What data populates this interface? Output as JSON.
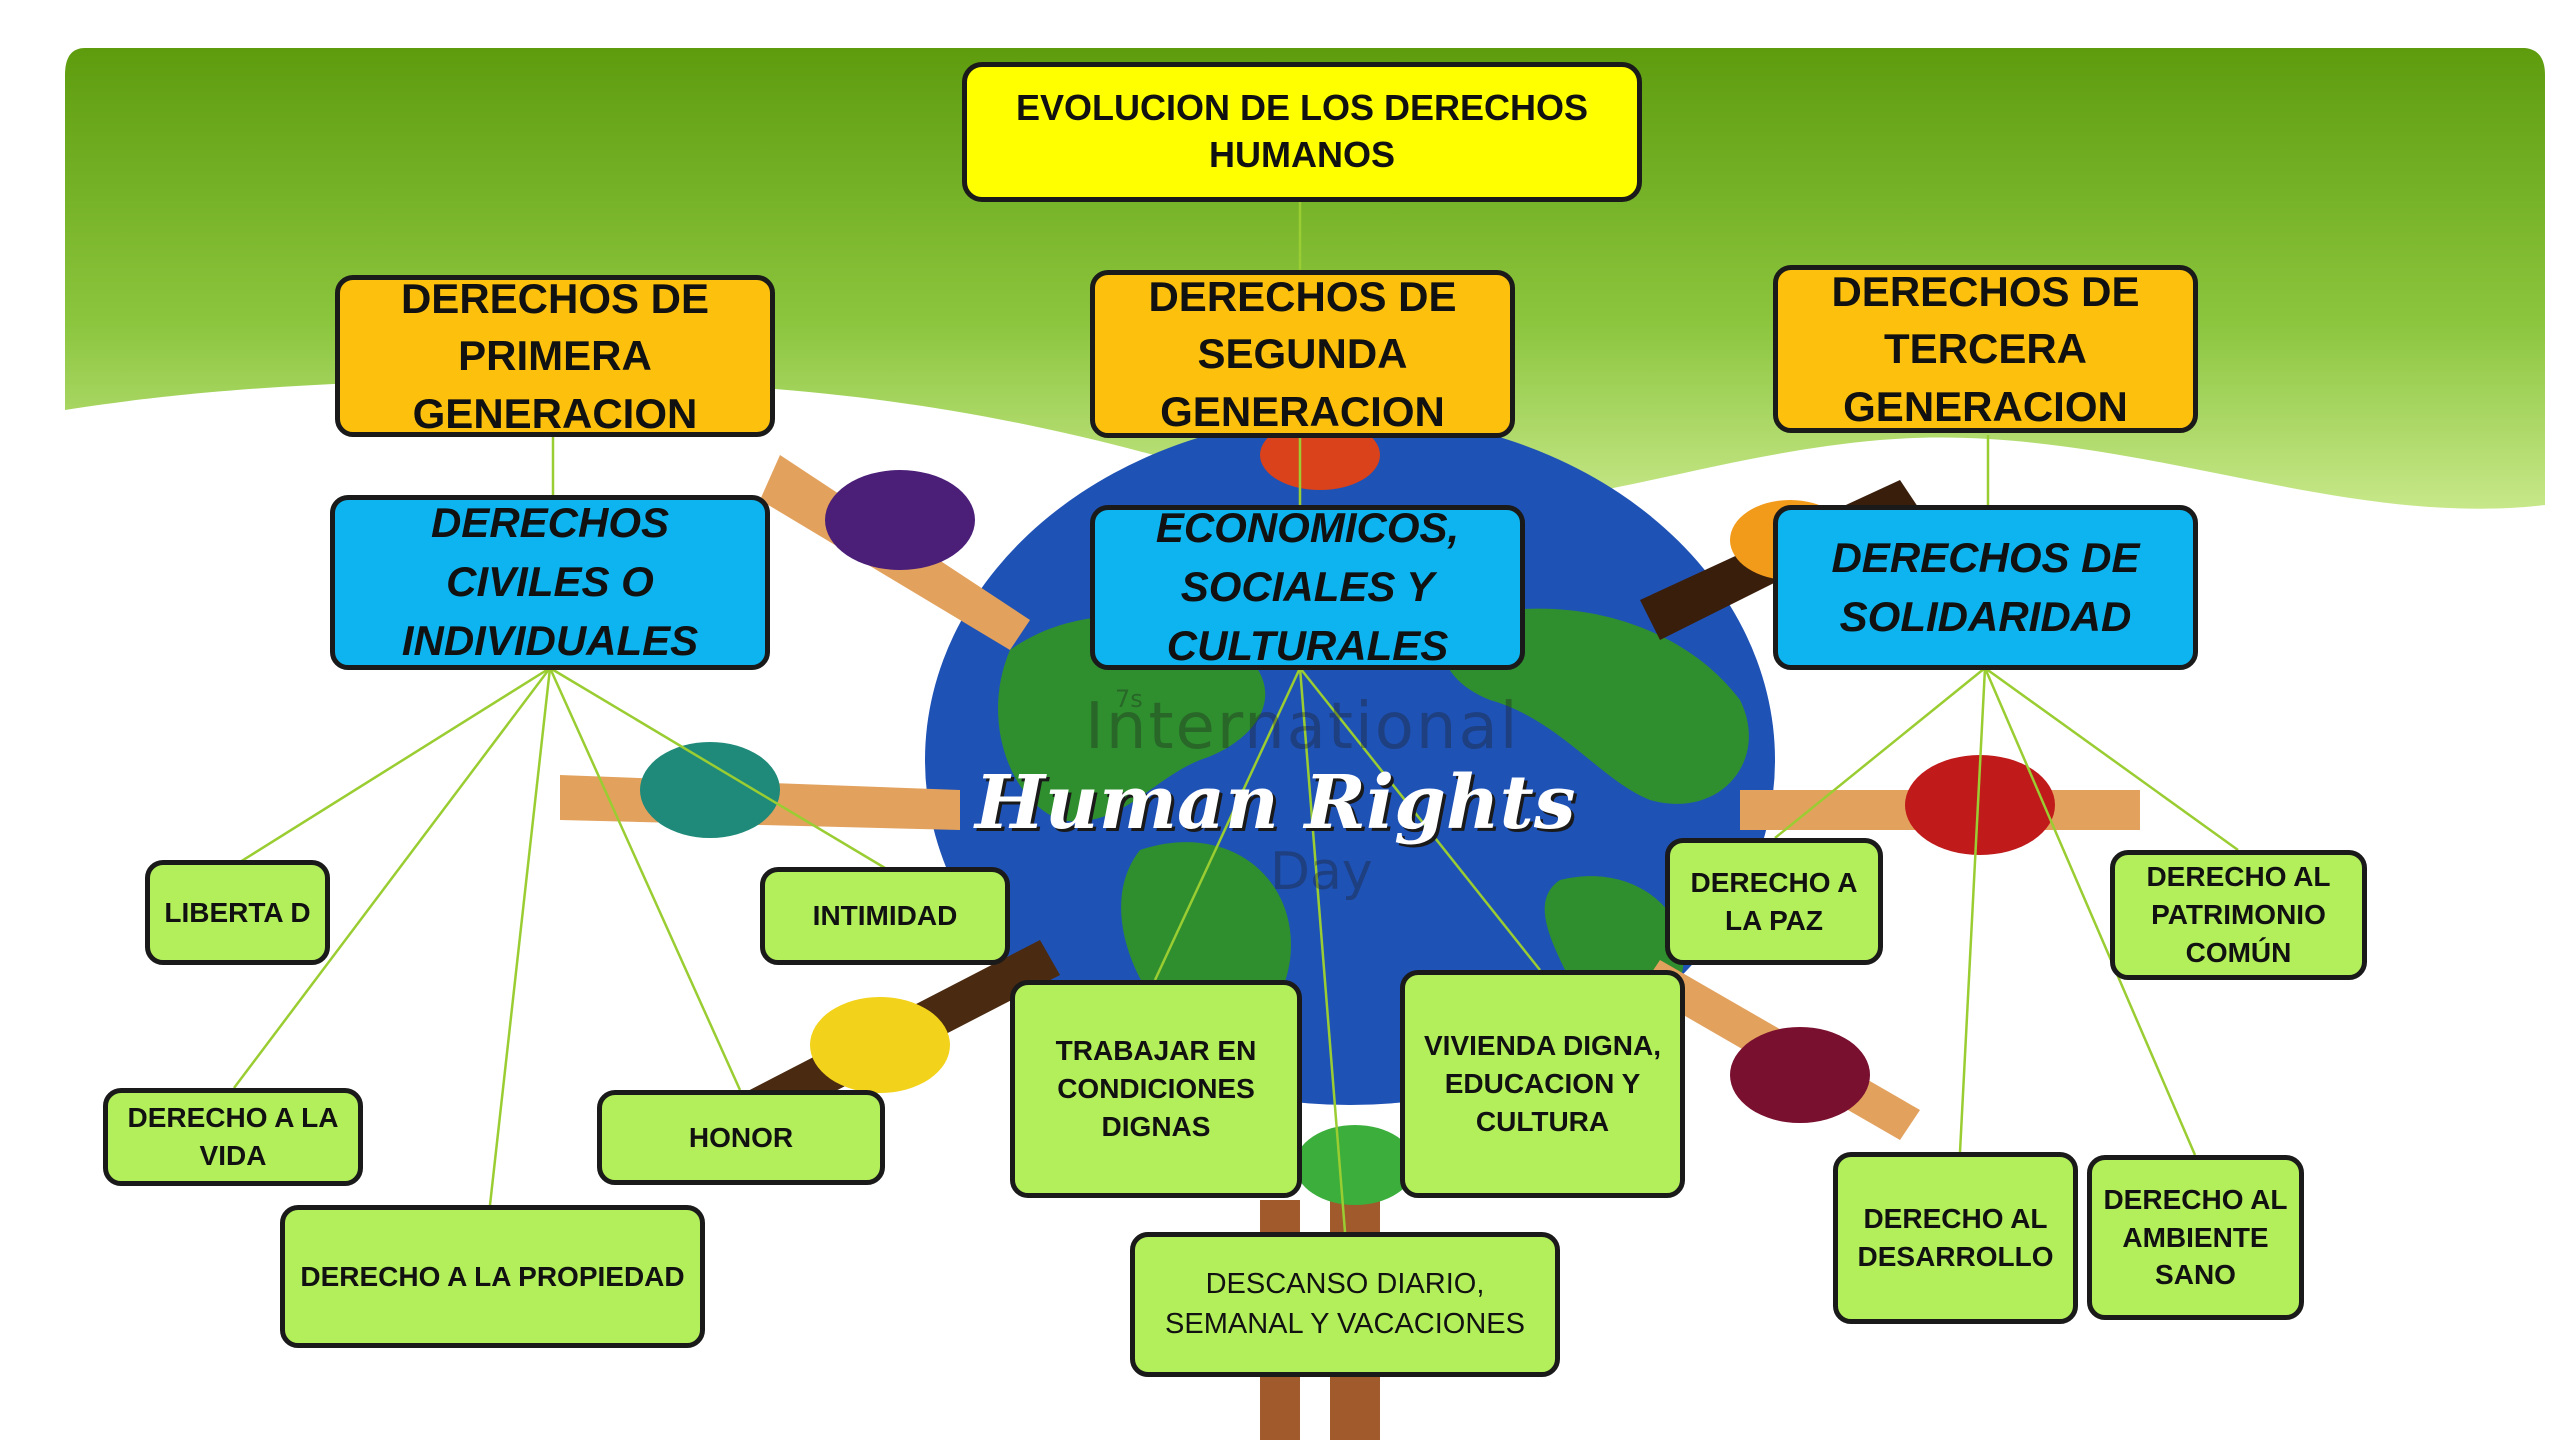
{
  "title": "EVOLUCION DE LOS DERECHOS HUMANOS",
  "generations": [
    {
      "label": "DERECHOS DE PRIMERA GENERACION",
      "category": "DERECHOS CIVILES O INDIVIDUALES"
    },
    {
      "label": "DERECHOS DE SEGUNDA GENERACION",
      "category": "ECONOMICOS, SOCIALES Y CULTURALES"
    },
    {
      "label": "DERECHOS DE TERCERA GENERACION",
      "category": "DERECHOS DE SOLIDARIDAD"
    }
  ],
  "leaves": {
    "first": [
      "LIBERTA D",
      "INTIMIDAD",
      "DERECHO A LA VIDA",
      "HONOR",
      "DERECHO A LA PROPIEDAD"
    ],
    "second": [
      "TRABAJAR EN CONDICIONES DIGNAS",
      "VIVIENDA DIGNA, EDUCACION Y CULTURA",
      "DESCANSO DIARIO, SEMANAL Y VACACIONES"
    ],
    "third": [
      "DERECHO A LA PAZ",
      "DERECHO AL PATRIMONIO COMÚN",
      "DERECHO AL DESARROLLO",
      "DERECHO AL AMBIENTE SANO"
    ]
  },
  "background_image": {
    "prefix": "7s",
    "line1": "International",
    "line2": "Human Rights",
    "line3": "Day"
  },
  "colors": {
    "title_fill": "#ffff00",
    "generation_fill": "#fdc10d",
    "category_fill": "#0db4ef",
    "leaf_fill": "#b3ee5b",
    "connector": "#9acd32",
    "banner_green": "#7ab51d"
  }
}
